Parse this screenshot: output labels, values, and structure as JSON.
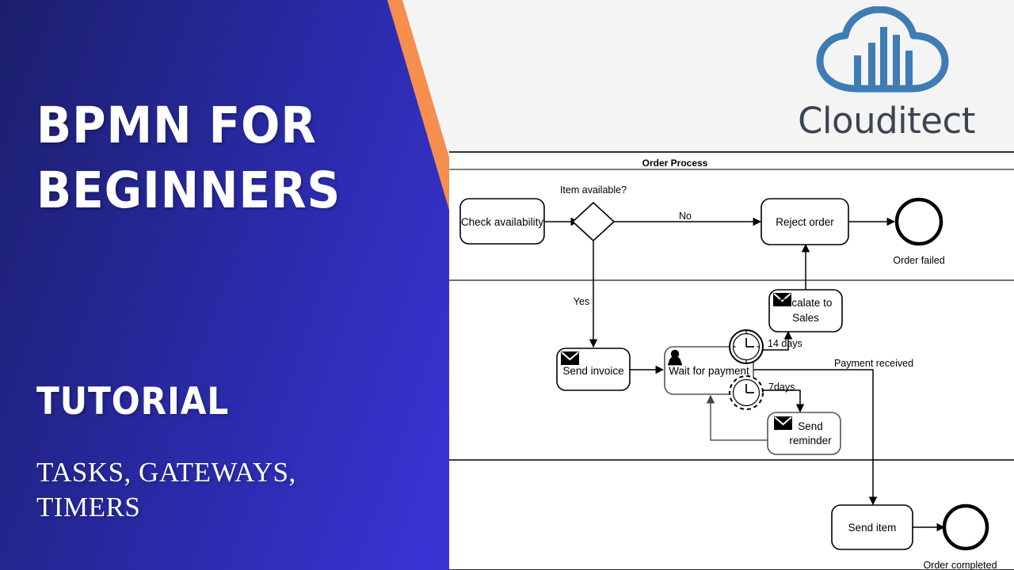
{
  "colors": {
    "panel_blue_dark": "#1b1f6b",
    "panel_blue_light": "#3730c8",
    "accent_orange": "#f68e4e",
    "background": "#f4f4f4",
    "diagram_white": "#ffffff",
    "logo_blue": "#3d7cb5",
    "wordmark_gray": "#3c4450"
  },
  "left_panel": {
    "title": "BPMN FOR\nBEGINNERS",
    "subtitle": "TUTORIAL",
    "description": "TASKS, GATEWAYS,\nTIMERS"
  },
  "brand": {
    "name": "Clouditect",
    "logo_icon": "cloud-skyline-icon"
  },
  "diagram": {
    "pool_title": "Order Process",
    "tasks": [
      {
        "id": "check-availability",
        "label": "Check availability",
        "icon": null
      },
      {
        "id": "reject-order",
        "label": "Reject order",
        "icon": null
      },
      {
        "id": "escalate-to-sales",
        "label": "Escalate to\nSales",
        "line1": "Escalate to",
        "line2": "Sales",
        "icon": "envelope-icon"
      },
      {
        "id": "send-invoice",
        "label": "Send invoice",
        "icon": "envelope-icon"
      },
      {
        "id": "wait-for-payment",
        "label": "Wait for payment",
        "icon": "user-icon"
      },
      {
        "id": "send-reminder",
        "label": "Send\nreminder",
        "line1": "Send",
        "line2": "reminder",
        "icon": "envelope-icon"
      },
      {
        "id": "send-item",
        "label": "Send item",
        "icon": null
      }
    ],
    "gateways": [
      {
        "id": "item-available",
        "label": "Item available?",
        "type": "exclusive"
      }
    ],
    "end_events": [
      {
        "id": "order-failed",
        "label": "Order failed"
      },
      {
        "id": "order-completed",
        "label": "Order completed"
      }
    ],
    "boundary_events": [
      {
        "id": "timer-14-days",
        "label": "14 days",
        "type": "timer",
        "interrupting": true
      },
      {
        "id": "timer-7-days",
        "label": "7days",
        "type": "timer",
        "interrupting": false
      }
    ],
    "flow_labels": [
      {
        "id": "flow-no",
        "label": "No"
      },
      {
        "id": "flow-yes",
        "label": "Yes"
      },
      {
        "id": "flow-payment-received",
        "label": "Payment received"
      }
    ]
  }
}
